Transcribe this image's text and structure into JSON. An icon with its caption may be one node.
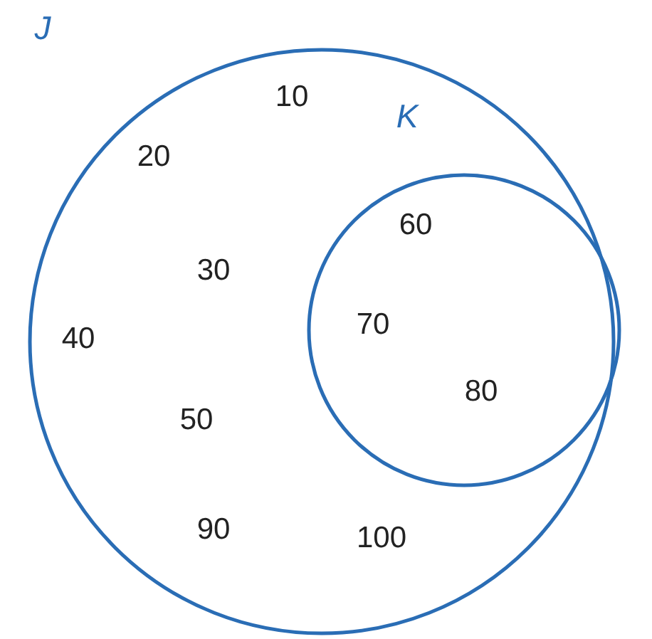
{
  "diagram": {
    "nodes": [
      {
        "text": [
          "J",
          "10",
          "20",
          "30",
          "40",
          "50",
          "90",
          "100"
        ]
      },
      {
        "text": [
          "K",
          "60",
          "70",
          "80"
        ],
        "in": 0
      }
    ]
  }
}
